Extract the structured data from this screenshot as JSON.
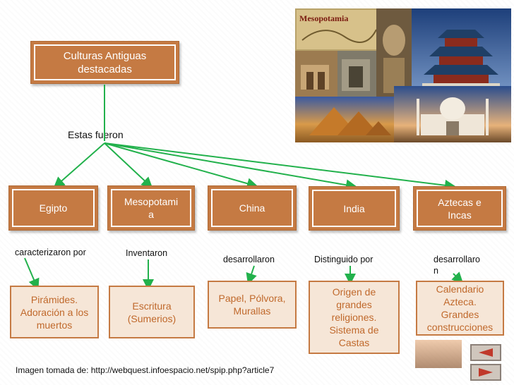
{
  "title": "Culturas Antiguas\ndestacadas",
  "subtitle": "Estas fueron",
  "photo_caption": "Mesopotamia",
  "cultures": [
    {
      "name": "Egipto",
      "connector": "caracterizaron por",
      "result": "Pirámides.\nAdoración a los\nmuertos"
    },
    {
      "name": "Mesopotami\na",
      "connector": "Inventaron",
      "result": "Escritura\n(Sumerios)"
    },
    {
      "name": "China",
      "connector": "desarrollaron",
      "result": "Papel, Pólvora,\nMurallas"
    },
    {
      "name": "India",
      "connector": "Distinguido por",
      "result": "Origen de\ngrandes\nreligiones.\nSistema de\nCastas"
    },
    {
      "name": "Aztecas e\nIncas",
      "connector": "desarrollaro\nn",
      "result": "Calendario\nAzteca.\nGrandes\nconstrucciones"
    }
  ],
  "credit": "Imagen tomada de: http://webquest.infoespacio.net/spip.php?article7",
  "colors": {
    "box": "#c57a43",
    "arrow": "#22b14c",
    "result_text": "#c0692c"
  }
}
